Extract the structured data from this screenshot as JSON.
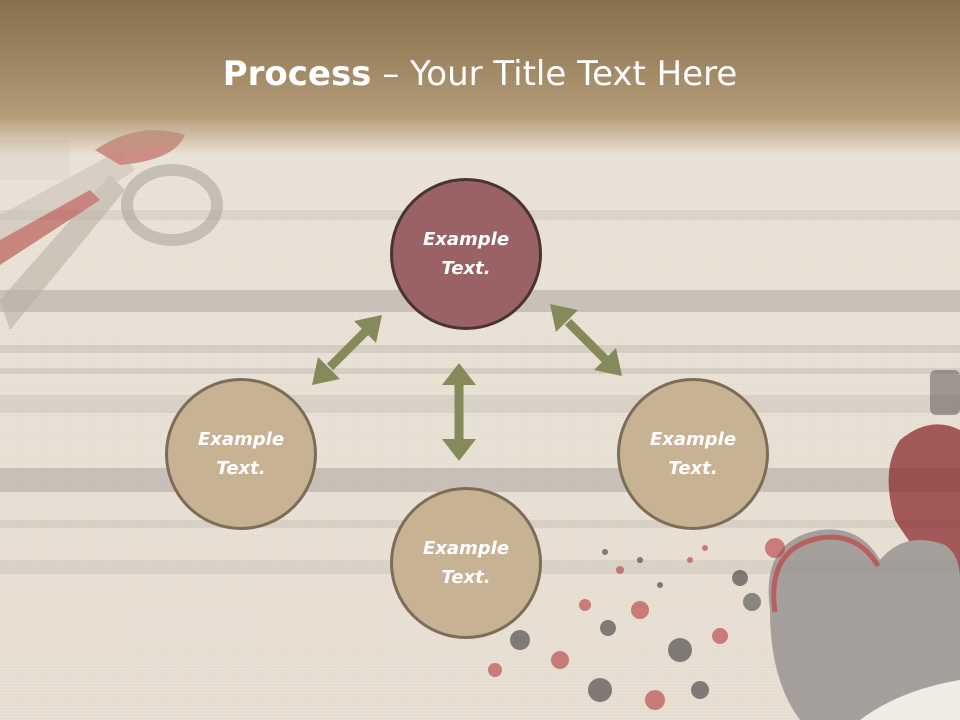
{
  "slide": {
    "title_bold": "Process",
    "title_rest": " – Your Title Text Here"
  },
  "diagram": {
    "nodes": [
      {
        "id": "top",
        "text": "Example\nText.",
        "line1": "Example",
        "line2": "Text."
      },
      {
        "id": "left",
        "text": "Example\nText.",
        "line1": "Example",
        "line2": "Text."
      },
      {
        "id": "right",
        "text": "Example\nText.",
        "line1": "Example",
        "line2": "Text."
      },
      {
        "id": "bottom",
        "text": "Example\nText.",
        "line1": "Example",
        "line2": "Text."
      }
    ],
    "colors": {
      "top_fill": "#9a6264",
      "tan_fill": "#c8b294",
      "arrow": "#858a5a",
      "title_text": "#ffffff"
    }
  },
  "icons": {
    "background_decor": [
      "scissors-icon",
      "pincushion-heart-icon",
      "beads-icon"
    ]
  }
}
